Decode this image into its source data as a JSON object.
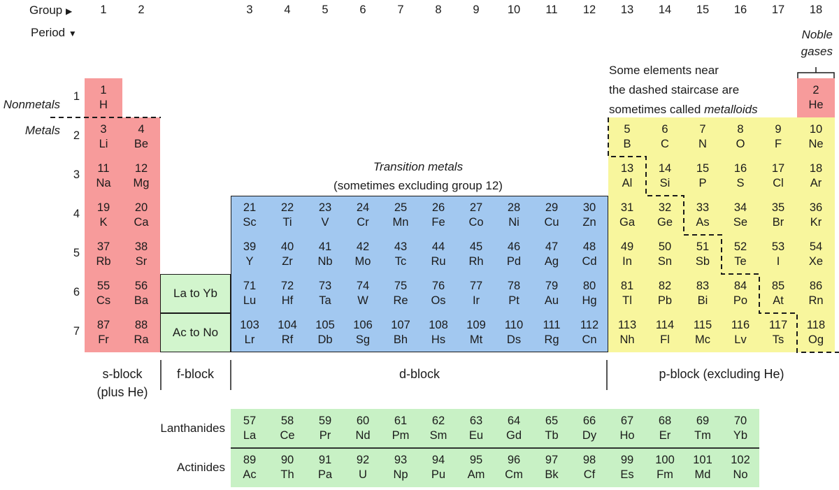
{
  "colors": {
    "s_block_pink": "#F79B9B",
    "d_block_blue": "#A2C8F0",
    "p_block_yellow": "#F8F69D",
    "f_placeholder_green": "#D2F5CD",
    "lanthanide_green": "#C8F1C5",
    "line_black": "#1a1a1a",
    "text": "#1b1b1b"
  },
  "icons": {
    "right_arrow": "▶",
    "down_arrow": "▼"
  },
  "header": {
    "group_label": "Group",
    "period_label": "Period",
    "group_numbers": [
      "1",
      "2",
      "3",
      "4",
      "5",
      "6",
      "7",
      "8",
      "9",
      "10",
      "11",
      "12",
      "13",
      "14",
      "15",
      "16",
      "17",
      "18"
    ]
  },
  "period_numbers": [
    "1",
    "2",
    "3",
    "4",
    "5",
    "6",
    "7"
  ],
  "labels": {
    "nonmetals": "Nonmetals",
    "metals": "Metals",
    "noble_gases_line1": "Noble",
    "noble_gases_line2": "gases",
    "transition_line1": "Transition metals",
    "transition_line2": "(sometimes excluding group 12)",
    "note_line1": "Some elements near",
    "note_line2": "the dashed staircase are",
    "note_line3_prefix": "sometimes called ",
    "note_line3_italic": "metalloids",
    "la_to_yb": "La to Yb",
    "ac_to_no": "Ac to No",
    "lanthanides": "Lanthanides",
    "actinides": "Actinides"
  },
  "block_labels": {
    "s_line1": "s-block",
    "s_line2": "(plus He)",
    "f": "f-block",
    "d": "d-block",
    "p": "p-block (excluding He)"
  },
  "elements": [
    {
      "n": "1",
      "s": "H",
      "g": 1,
      "p": 1
    },
    {
      "n": "2",
      "s": "He",
      "g": 18,
      "p": 1
    },
    {
      "n": "3",
      "s": "Li",
      "g": 1,
      "p": 2
    },
    {
      "n": "4",
      "s": "Be",
      "g": 2,
      "p": 2
    },
    {
      "n": "5",
      "s": "B",
      "g": 13,
      "p": 2
    },
    {
      "n": "6",
      "s": "C",
      "g": 14,
      "p": 2
    },
    {
      "n": "7",
      "s": "N",
      "g": 15,
      "p": 2
    },
    {
      "n": "8",
      "s": "O",
      "g": 16,
      "p": 2
    },
    {
      "n": "9",
      "s": "F",
      "g": 17,
      "p": 2
    },
    {
      "n": "10",
      "s": "Ne",
      "g": 18,
      "p": 2
    },
    {
      "n": "11",
      "s": "Na",
      "g": 1,
      "p": 3
    },
    {
      "n": "12",
      "s": "Mg",
      "g": 2,
      "p": 3
    },
    {
      "n": "13",
      "s": "Al",
      "g": 13,
      "p": 3
    },
    {
      "n": "14",
      "s": "Si",
      "g": 14,
      "p": 3
    },
    {
      "n": "15",
      "s": "P",
      "g": 15,
      "p": 3
    },
    {
      "n": "16",
      "s": "S",
      "g": 16,
      "p": 3
    },
    {
      "n": "17",
      "s": "Cl",
      "g": 17,
      "p": 3
    },
    {
      "n": "18",
      "s": "Ar",
      "g": 18,
      "p": 3
    },
    {
      "n": "19",
      "s": "K",
      "g": 1,
      "p": 4
    },
    {
      "n": "20",
      "s": "Ca",
      "g": 2,
      "p": 4
    },
    {
      "n": "21",
      "s": "Sc",
      "g": 3,
      "p": 4
    },
    {
      "n": "22",
      "s": "Ti",
      "g": 4,
      "p": 4
    },
    {
      "n": "23",
      "s": "V",
      "g": 5,
      "p": 4
    },
    {
      "n": "24",
      "s": "Cr",
      "g": 6,
      "p": 4
    },
    {
      "n": "25",
      "s": "Mn",
      "g": 7,
      "p": 4
    },
    {
      "n": "26",
      "s": "Fe",
      "g": 8,
      "p": 4
    },
    {
      "n": "27",
      "s": "Co",
      "g": 9,
      "p": 4
    },
    {
      "n": "28",
      "s": "Ni",
      "g": 10,
      "p": 4
    },
    {
      "n": "29",
      "s": "Cu",
      "g": 11,
      "p": 4
    },
    {
      "n": "30",
      "s": "Zn",
      "g": 12,
      "p": 4
    },
    {
      "n": "31",
      "s": "Ga",
      "g": 13,
      "p": 4
    },
    {
      "n": "32",
      "s": "Ge",
      "g": 14,
      "p": 4
    },
    {
      "n": "33",
      "s": "As",
      "g": 15,
      "p": 4
    },
    {
      "n": "34",
      "s": "Se",
      "g": 16,
      "p": 4
    },
    {
      "n": "35",
      "s": "Br",
      "g": 17,
      "p": 4
    },
    {
      "n": "36",
      "s": "Kr",
      "g": 18,
      "p": 4
    },
    {
      "n": "37",
      "s": "Rb",
      "g": 1,
      "p": 5
    },
    {
      "n": "38",
      "s": "Sr",
      "g": 2,
      "p": 5
    },
    {
      "n": "39",
      "s": "Y",
      "g": 3,
      "p": 5
    },
    {
      "n": "40",
      "s": "Zr",
      "g": 4,
      "p": 5
    },
    {
      "n": "41",
      "s": "Nb",
      "g": 5,
      "p": 5
    },
    {
      "n": "42",
      "s": "Mo",
      "g": 6,
      "p": 5
    },
    {
      "n": "43",
      "s": "Tc",
      "g": 7,
      "p": 5
    },
    {
      "n": "44",
      "s": "Ru",
      "g": 8,
      "p": 5
    },
    {
      "n": "45",
      "s": "Rh",
      "g": 9,
      "p": 5
    },
    {
      "n": "46",
      "s": "Pd",
      "g": 10,
      "p": 5
    },
    {
      "n": "47",
      "s": "Ag",
      "g": 11,
      "p": 5
    },
    {
      "n": "48",
      "s": "Cd",
      "g": 12,
      "p": 5
    },
    {
      "n": "49",
      "s": "In",
      "g": 13,
      "p": 5
    },
    {
      "n": "50",
      "s": "Sn",
      "g": 14,
      "p": 5
    },
    {
      "n": "51",
      "s": "Sb",
      "g": 15,
      "p": 5
    },
    {
      "n": "52",
      "s": "Te",
      "g": 16,
      "p": 5
    },
    {
      "n": "53",
      "s": "I",
      "g": 17,
      "p": 5
    },
    {
      "n": "54",
      "s": "Xe",
      "g": 18,
      "p": 5
    },
    {
      "n": "55",
      "s": "Cs",
      "g": 1,
      "p": 6
    },
    {
      "n": "56",
      "s": "Ba",
      "g": 2,
      "p": 6
    },
    {
      "n": "71",
      "s": "Lu",
      "g": 3,
      "p": 6
    },
    {
      "n": "72",
      "s": "Hf",
      "g": 4,
      "p": 6
    },
    {
      "n": "73",
      "s": "Ta",
      "g": 5,
      "p": 6
    },
    {
      "n": "74",
      "s": "W",
      "g": 6,
      "p": 6
    },
    {
      "n": "75",
      "s": "Re",
      "g": 7,
      "p": 6
    },
    {
      "n": "76",
      "s": "Os",
      "g": 8,
      "p": 6
    },
    {
      "n": "77",
      "s": "Ir",
      "g": 9,
      "p": 6
    },
    {
      "n": "78",
      "s": "Pt",
      "g": 10,
      "p": 6
    },
    {
      "n": "79",
      "s": "Au",
      "g": 11,
      "p": 6
    },
    {
      "n": "80",
      "s": "Hg",
      "g": 12,
      "p": 6
    },
    {
      "n": "81",
      "s": "Tl",
      "g": 13,
      "p": 6
    },
    {
      "n": "82",
      "s": "Pb",
      "g": 14,
      "p": 6
    },
    {
      "n": "83",
      "s": "Bi",
      "g": 15,
      "p": 6
    },
    {
      "n": "84",
      "s": "Po",
      "g": 16,
      "p": 6
    },
    {
      "n": "85",
      "s": "At",
      "g": 17,
      "p": 6
    },
    {
      "n": "86",
      "s": "Rn",
      "g": 18,
      "p": 6
    },
    {
      "n": "87",
      "s": "Fr",
      "g": 1,
      "p": 7
    },
    {
      "n": "88",
      "s": "Ra",
      "g": 2,
      "p": 7
    },
    {
      "n": "103",
      "s": "Lr",
      "g": 3,
      "p": 7
    },
    {
      "n": "104",
      "s": "Rf",
      "g": 4,
      "p": 7
    },
    {
      "n": "105",
      "s": "Db",
      "g": 5,
      "p": 7
    },
    {
      "n": "106",
      "s": "Sg",
      "g": 6,
      "p": 7
    },
    {
      "n": "107",
      "s": "Bh",
      "g": 7,
      "p": 7
    },
    {
      "n": "108",
      "s": "Hs",
      "g": 8,
      "p": 7
    },
    {
      "n": "109",
      "s": "Mt",
      "g": 9,
      "p": 7
    },
    {
      "n": "110",
      "s": "Ds",
      "g": 10,
      "p": 7
    },
    {
      "n": "111",
      "s": "Rg",
      "g": 11,
      "p": 7
    },
    {
      "n": "112",
      "s": "Cn",
      "g": 12,
      "p": 7
    },
    {
      "n": "113",
      "s": "Nh",
      "g": 13,
      "p": 7
    },
    {
      "n": "114",
      "s": "Fl",
      "g": 14,
      "p": 7
    },
    {
      "n": "115",
      "s": "Mc",
      "g": 15,
      "p": 7
    },
    {
      "n": "116",
      "s": "Lv",
      "g": 16,
      "p": 7
    },
    {
      "n": "117",
      "s": "Ts",
      "g": 17,
      "p": 7
    },
    {
      "n": "118",
      "s": "Og",
      "g": 18,
      "p": 7
    }
  ],
  "lanthanide_row": [
    {
      "n": "57",
      "s": "La"
    },
    {
      "n": "58",
      "s": "Ce"
    },
    {
      "n": "59",
      "s": "Pr"
    },
    {
      "n": "60",
      "s": "Nd"
    },
    {
      "n": "61",
      "s": "Pm"
    },
    {
      "n": "62",
      "s": "Sm"
    },
    {
      "n": "63",
      "s": "Eu"
    },
    {
      "n": "64",
      "s": "Gd"
    },
    {
      "n": "65",
      "s": "Tb"
    },
    {
      "n": "66",
      "s": "Dy"
    },
    {
      "n": "67",
      "s": "Ho"
    },
    {
      "n": "68",
      "s": "Er"
    },
    {
      "n": "69",
      "s": "Tm"
    },
    {
      "n": "70",
      "s": "Yb"
    }
  ],
  "actinide_row": [
    {
      "n": "89",
      "s": "Ac"
    },
    {
      "n": "90",
      "s": "Th"
    },
    {
      "n": "91",
      "s": "Pa"
    },
    {
      "n": "92",
      "s": "U"
    },
    {
      "n": "93",
      "s": "Np"
    },
    {
      "n": "94",
      "s": "Pu"
    },
    {
      "n": "95",
      "s": "Am"
    },
    {
      "n": "96",
      "s": "Cm"
    },
    {
      "n": "97",
      "s": "Bk"
    },
    {
      "n": "98",
      "s": "Cf"
    },
    {
      "n": "99",
      "s": "Es"
    },
    {
      "n": "100",
      "s": "Fm"
    },
    {
      "n": "101",
      "s": "Md"
    },
    {
      "n": "102",
      "s": "No"
    }
  ]
}
